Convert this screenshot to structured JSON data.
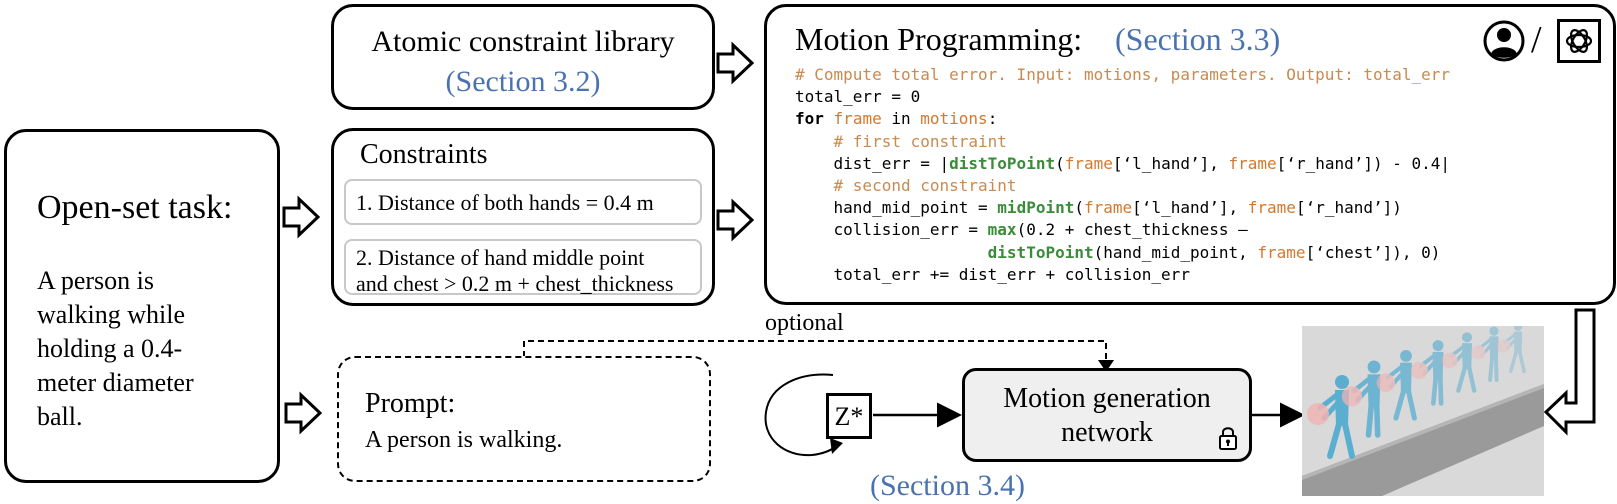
{
  "library": {
    "title": "Atomic constraint library",
    "section": "(Section 3.2)"
  },
  "constraints": {
    "title": "Constraints",
    "items": [
      "1. Distance of both hands = 0.4 m",
      "2. Distance of hand middle point",
      "and chest > 0.2 m + chest_thickness"
    ]
  },
  "task": {
    "title": "Open-set task:",
    "lines": [
      "A person is",
      "walking while",
      "holding a 0.4-",
      "meter diameter",
      "ball."
    ]
  },
  "prompt": {
    "title": "Prompt:",
    "text": "A person is walking."
  },
  "motion_programming": {
    "title": "Motion Programming:",
    "section": "(Section 3.3)",
    "separator": "/"
  },
  "code_lines": [
    [
      {
        "t": "# Compute total error. Input: motions, parameters. Output: total_err",
        "c": "c-comment"
      }
    ],
    [
      {
        "t": "total_err = 0",
        "c": ""
      }
    ],
    [
      {
        "t": "for",
        "c": "c-kw"
      },
      {
        "t": " ",
        "c": ""
      },
      {
        "t": "frame",
        "c": "c-var"
      },
      {
        "t": " in ",
        "c": ""
      },
      {
        "t": "motions",
        "c": "c-var"
      },
      {
        "t": ":",
        "c": ""
      }
    ],
    [
      {
        "t": "    # first constraint",
        "c": "c-comment"
      }
    ],
    [
      {
        "t": "    dist_err = |",
        "c": ""
      },
      {
        "t": "distToPoint",
        "c": "c-fn"
      },
      {
        "t": "(",
        "c": ""
      },
      {
        "t": "frame",
        "c": "c-var"
      },
      {
        "t": "[‘l_hand’], ",
        "c": ""
      },
      {
        "t": "frame",
        "c": "c-var"
      },
      {
        "t": "[‘r_hand’]) - 0.4|",
        "c": ""
      }
    ],
    [
      {
        "t": "    # second constraint",
        "c": "c-comment"
      }
    ],
    [
      {
        "t": "    hand_mid_point = ",
        "c": ""
      },
      {
        "t": "midPoint",
        "c": "c-fn"
      },
      {
        "t": "(",
        "c": ""
      },
      {
        "t": "frame",
        "c": "c-var"
      },
      {
        "t": "[‘l_hand’], ",
        "c": ""
      },
      {
        "t": "frame",
        "c": "c-var"
      },
      {
        "t": "[‘r_hand’])",
        "c": ""
      }
    ],
    [
      {
        "t": "    collision_err = ",
        "c": ""
      },
      {
        "t": "max",
        "c": "c-fn"
      },
      {
        "t": "(0.2 + chest_thickness –",
        "c": ""
      }
    ],
    [
      {
        "t": "                    ",
        "c": ""
      },
      {
        "t": "distToPoint",
        "c": "c-fn"
      },
      {
        "t": "(hand_mid_point, ",
        "c": ""
      },
      {
        "t": "frame",
        "c": "c-var"
      },
      {
        "t": "[‘chest’]), 0)",
        "c": ""
      }
    ],
    [
      {
        "t": "    total_err += dist_err + collision_err",
        "c": ""
      }
    ]
  ],
  "optional_label": "optional",
  "latent_label": "Z*",
  "generation": {
    "line1": "Motion generation",
    "line2": "network",
    "section": "(Section 3.4)"
  },
  "colors": {
    "section_blue": "#4a72b0",
    "comment": "#c98a4f",
    "variable": "#d4782d",
    "function": "#3a8c3a",
    "network_fill": "#efefef",
    "figure_blue": "#5aaed0",
    "ball": "#f0b4b4"
  },
  "icons": [
    "person-icon",
    "openai-logo-icon",
    "lock-icon",
    "cycle-arrow-icon"
  ]
}
